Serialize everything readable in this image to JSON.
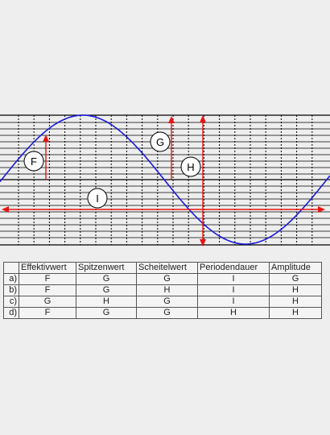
{
  "diagram": {
    "markers": {
      "F": "F",
      "G": "G",
      "H": "H",
      "I": "I"
    },
    "colors": {
      "curve": "#1a1adc",
      "arrows": "#e81414",
      "grid": "#000000",
      "background": "#eeeeee"
    }
  },
  "table": {
    "headers": [
      "Effektivwert",
      "Spitzenwert",
      "Scheitelwert",
      "Periodendauer",
      "Amplitude"
    ],
    "rows": [
      {
        "label": "a)",
        "cells": [
          "F",
          "G",
          "G",
          "I",
          "G"
        ]
      },
      {
        "label": "b)",
        "cells": [
          "F",
          "G",
          "H",
          "I",
          "H"
        ]
      },
      {
        "label": "c)",
        "cells": [
          "G",
          "H",
          "G",
          "I",
          "H"
        ]
      },
      {
        "label": "d)",
        "cells": [
          "F",
          "G",
          "G",
          "H",
          "H"
        ]
      }
    ]
  }
}
